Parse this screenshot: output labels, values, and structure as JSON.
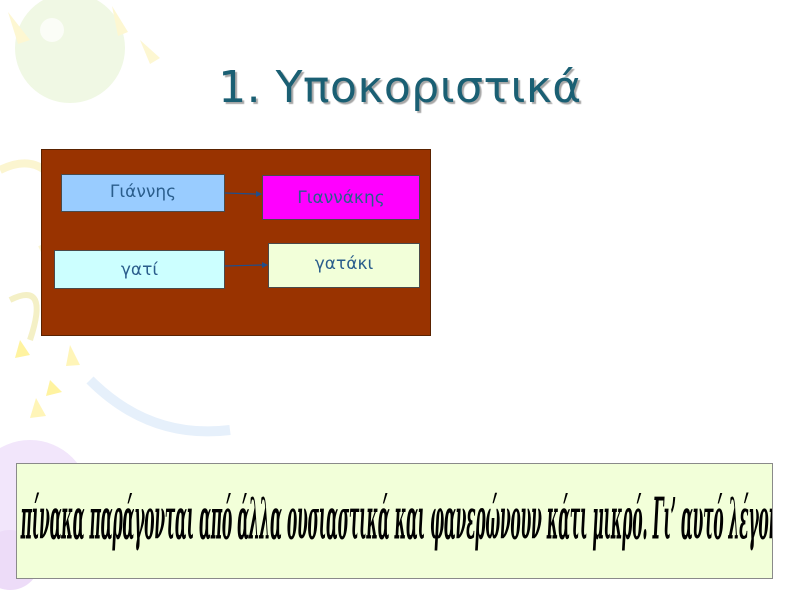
{
  "slide": {
    "title": "1. Υποκοριστικά"
  },
  "diagram": {
    "rows": [
      {
        "source": "Γιάννης",
        "target": "Γιαννάκης"
      },
      {
        "source": "γατί",
        "target": "γατάκι"
      }
    ],
    "colors": {
      "panel": "#993300",
      "giannis_box": "#99ccff",
      "giannakis_box": "#ff00ff",
      "gati_box": "#ccffff",
      "gataki_box": "#f2ffd9",
      "box_text": "#2a5d8c",
      "arrow": "#1f4e8c"
    },
    "connector_icon": "arrow-right-icon"
  },
  "caption": {
    "text": "Τα ουσιαστικά του πίνακα παράγονται από άλλα ουσιαστικά και φανερώνουν κάτι μικρό. Γι’ αυτό λέγονται υποκοριστικά."
  },
  "theme": {
    "title_color": "#1a5f73",
    "background": "#ffffff",
    "decoration": "pastel-balloons-background"
  }
}
